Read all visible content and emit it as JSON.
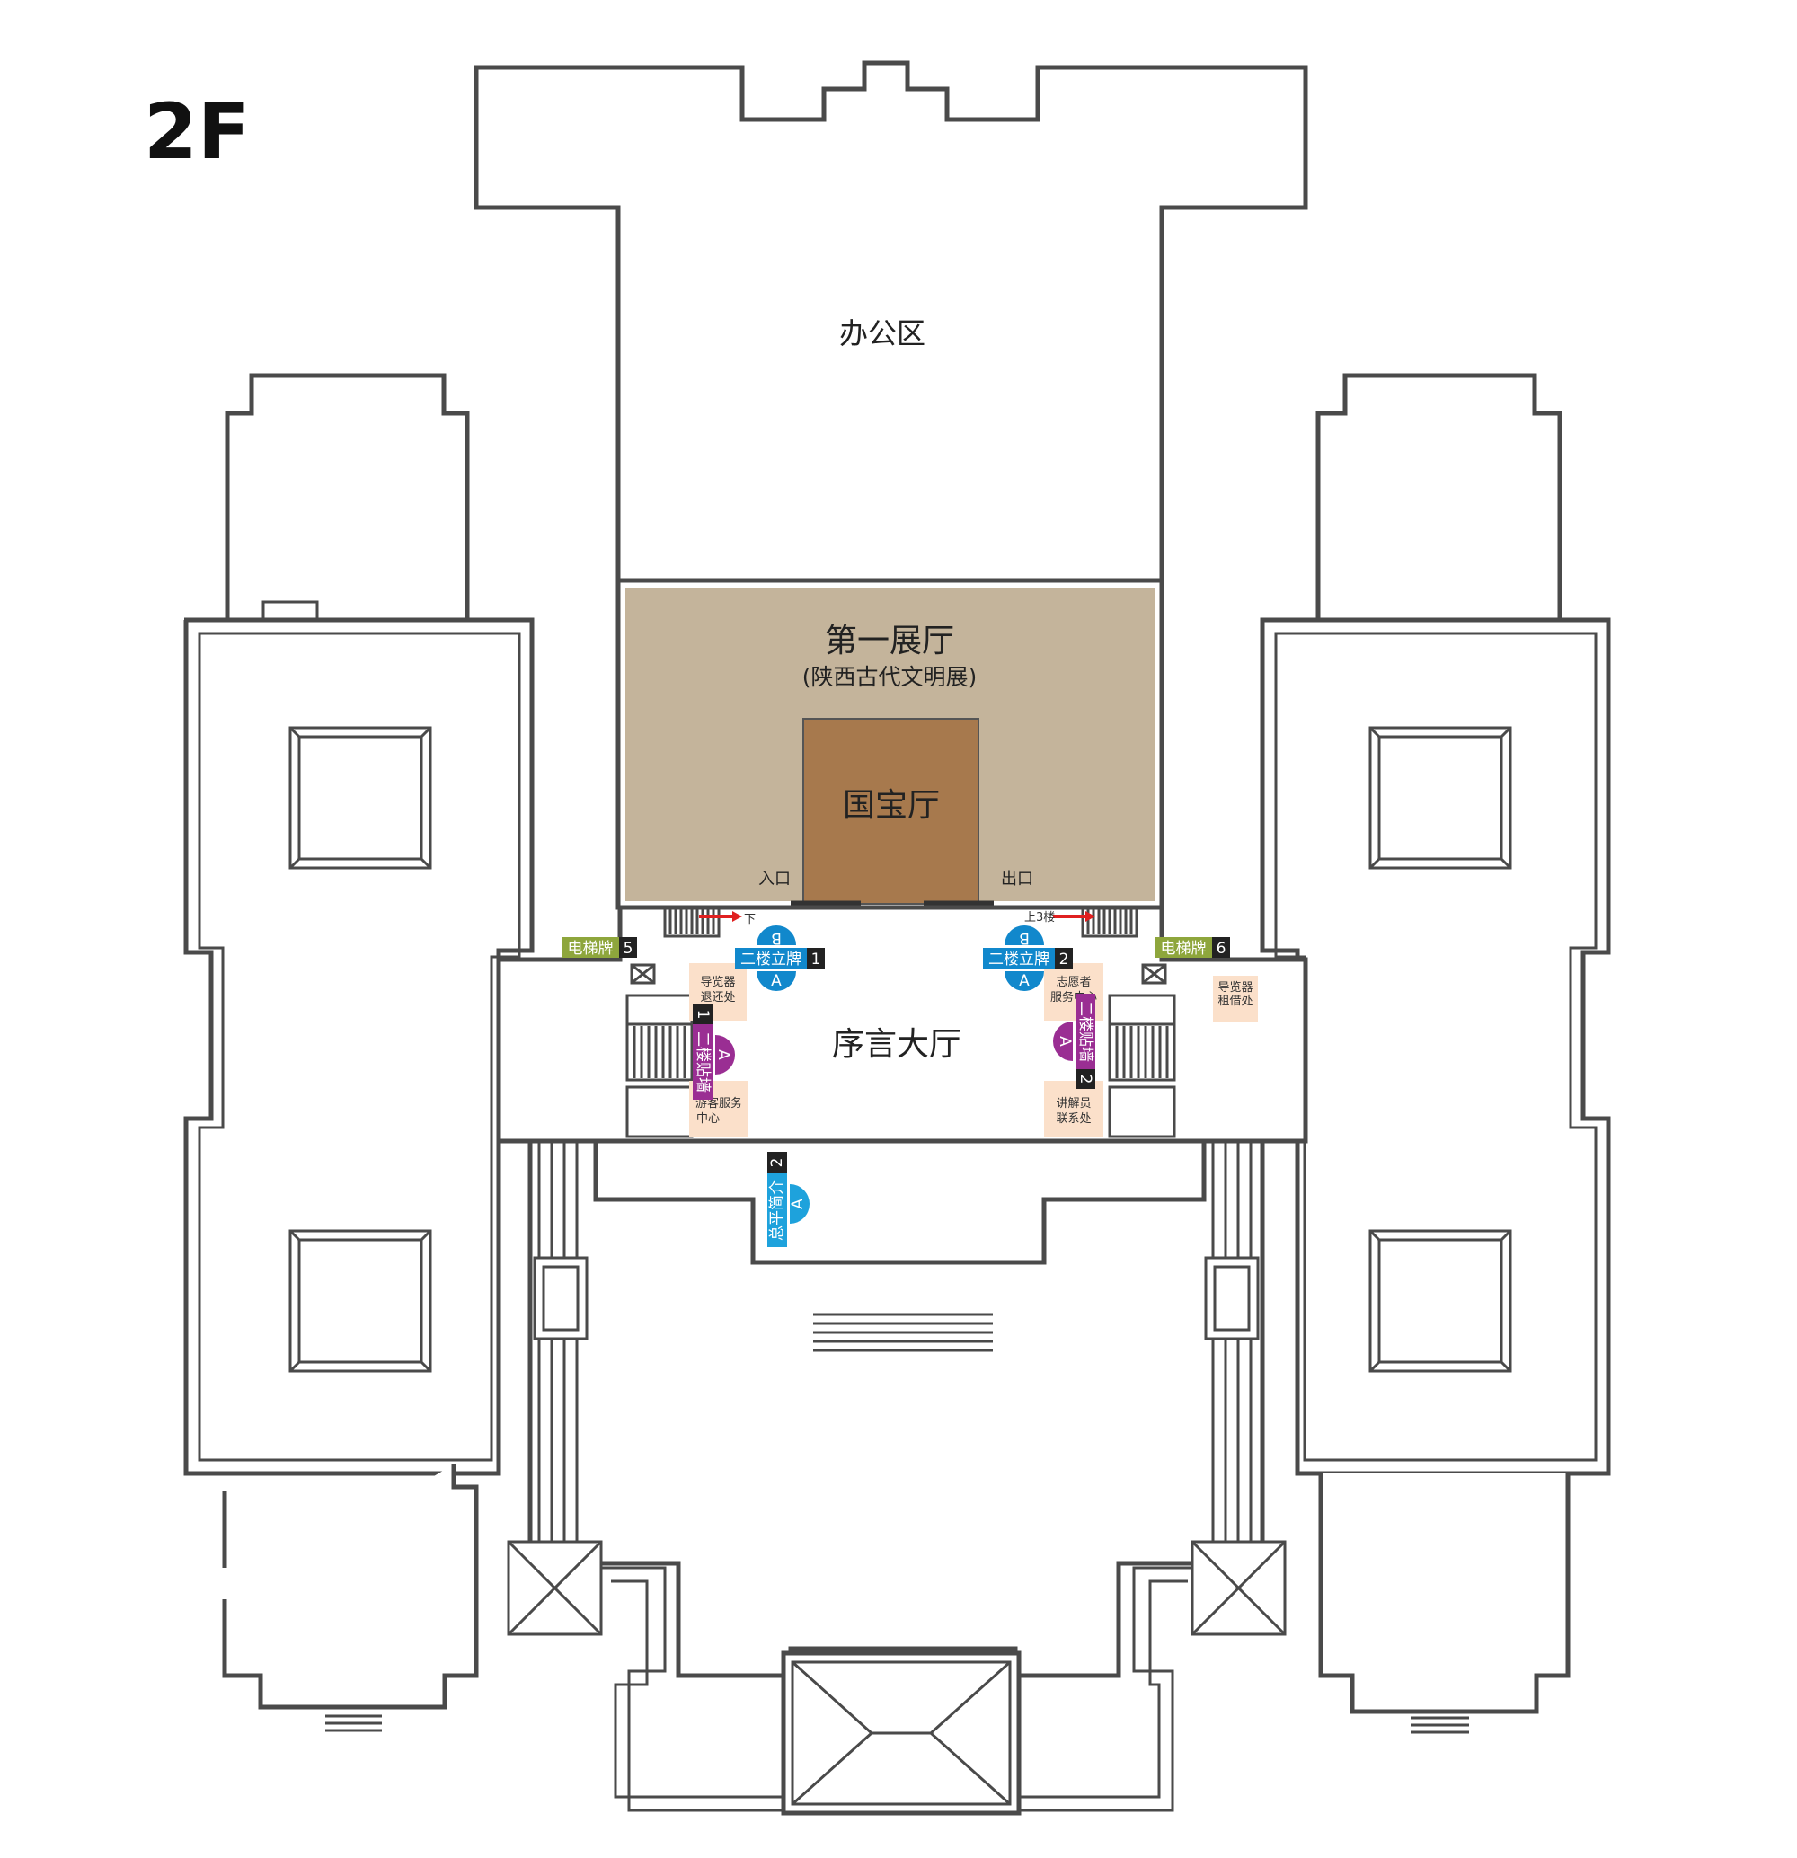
{
  "floor_label": "2F",
  "rooms": {
    "office": "办公区",
    "hall1_title": "第一展厅",
    "hall1_subtitle": "(陕西古代文明展)",
    "treasure": "国宝厅",
    "entrance": "入口",
    "exit": "出口",
    "preface_hall": "序言大厅"
  },
  "stairs": {
    "down": "下",
    "up3": "上3楼"
  },
  "service_points": {
    "guide_return": [
      "导览器",
      "退还处"
    ],
    "volunteer": [
      "志愿者",
      "服务中心"
    ],
    "visitor_service": [
      "游客服务",
      "中心"
    ],
    "docent": [
      "讲解员",
      "联系处"
    ],
    "guide_rent": [
      "导览器",
      "租借处"
    ]
  },
  "signs": {
    "elevator_left": {
      "label": "电梯牌",
      "num": "5"
    },
    "elevator_right": {
      "label": "电梯牌",
      "num": "6"
    },
    "stand_left": {
      "label": "二楼立牌",
      "num": "1",
      "a": "A",
      "b": "B"
    },
    "stand_right": {
      "label": "二楼立牌",
      "num": "2",
      "a": "A",
      "b": "B"
    },
    "wall_left": {
      "label": "二楼贴墙",
      "num": "1",
      "a": "A"
    },
    "wall_right": {
      "label": "二楼贴墙",
      "num": "2",
      "a": "A"
    },
    "intro": {
      "label": "总平简介",
      "num": "2",
      "a": "A"
    }
  },
  "colors": {
    "wall": "#4a4a4a",
    "hall1": "#c4b49b",
    "treasure": "#a7794d",
    "service": "#fbe0ca",
    "elevator_tag": "#8ea63c",
    "stand_tag": "#1188cc",
    "wall_tag": "#9a2e93",
    "intro_tag": "#1ea2dc",
    "num_tag": "#222222",
    "arrow": "#e02020"
  }
}
